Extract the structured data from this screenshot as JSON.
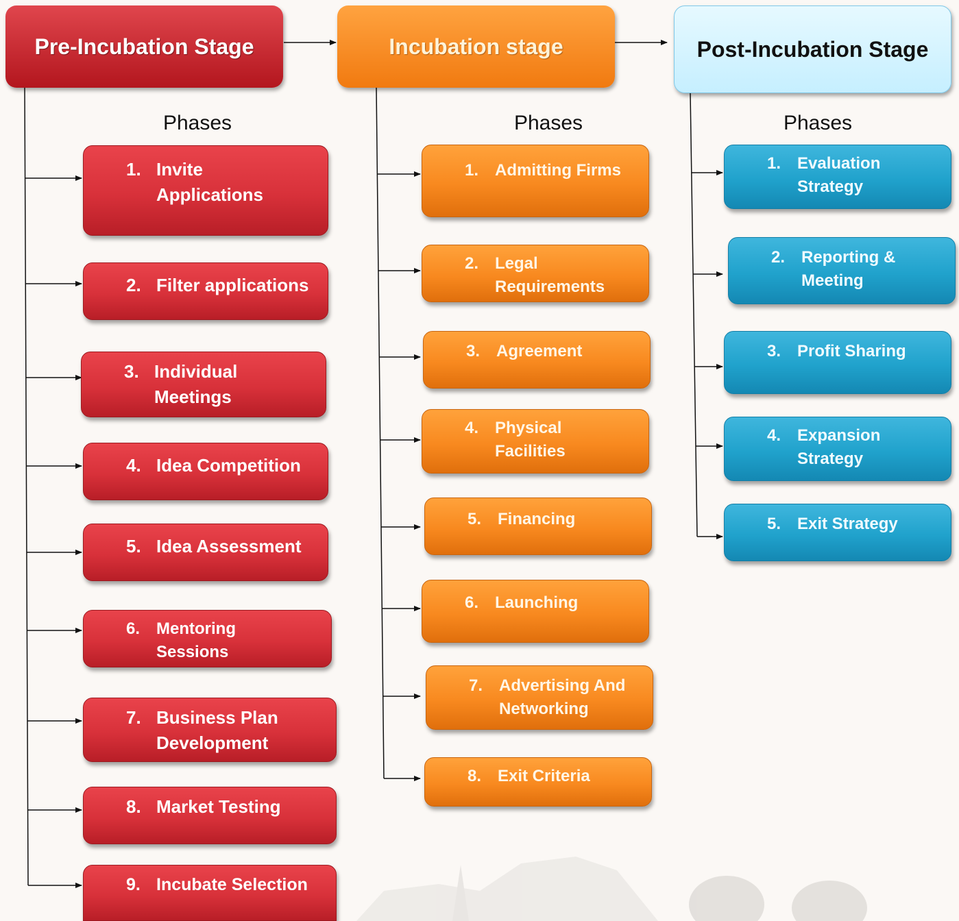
{
  "colors": {
    "pre": "#d8313a",
    "incubation": "#f8891f",
    "post_header": "#d8f4ff",
    "post_phase": "#20a2cc",
    "connector": "#111111"
  },
  "stages": [
    {
      "key": "pre",
      "title": "Pre-Incubation Stage",
      "phases_label": "Phases",
      "phases": [
        {
          "num": "1.",
          "label": "Invite Applications"
        },
        {
          "num": "2.",
          "label": "Filter applications"
        },
        {
          "num": "3.",
          "label": "Individual Meetings"
        },
        {
          "num": "4.",
          "label": "Idea Competition"
        },
        {
          "num": "5.",
          "label": "Idea Assessment"
        },
        {
          "num": "6.",
          "label": "Mentoring Sessions"
        },
        {
          "num": "7.",
          "label": "Business Plan Development"
        },
        {
          "num": "8.",
          "label": "Market Testing"
        },
        {
          "num": "9.",
          "label": "Incubate Selection"
        }
      ]
    },
    {
      "key": "incubation",
      "title": "Incubation stage",
      "phases_label": "Phases",
      "phases": [
        {
          "num": "1.",
          "label": "Admitting Firms"
        },
        {
          "num": "2.",
          "label": "Legal Requirements"
        },
        {
          "num": "3.",
          "label": "Agreement"
        },
        {
          "num": "4.",
          "label": "Physical Facilities"
        },
        {
          "num": "5.",
          "label": "Financing"
        },
        {
          "num": "6.",
          "label": "Launching"
        },
        {
          "num": "7.",
          "label": "Advertising And Networking"
        },
        {
          "num": "8.",
          "label": "Exit Criteria"
        }
      ]
    },
    {
      "key": "post",
      "title": "Post-Incubation Stage",
      "phases_label": "Phases",
      "phases": [
        {
          "num": "1.",
          "label": "Evaluation Strategy"
        },
        {
          "num": "2.",
          "label": "Reporting & Meeting"
        },
        {
          "num": "3.",
          "label": "Profit Sharing"
        },
        {
          "num": "4.",
          "label": "Expansion Strategy"
        },
        {
          "num": "5.",
          "label": "Exit Strategy"
        }
      ]
    }
  ]
}
